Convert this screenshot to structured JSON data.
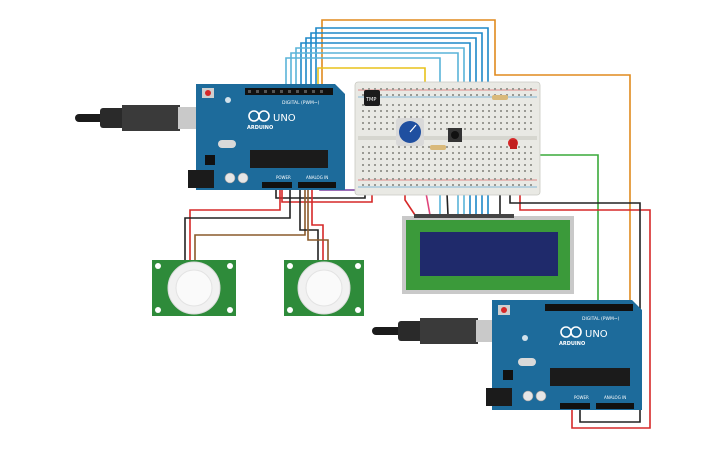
{
  "arduino_top": {
    "brand": "ARDUINO",
    "model": "UNO",
    "digital_label": "DIGITAL (PWM~)",
    "power_label": "POWER",
    "analog_label": "ANALOG IN"
  },
  "arduino_bottom": {
    "brand": "ARDUINO",
    "model": "UNO",
    "digital_label": "DIGITAL (PWM~)",
    "power_label": "POWER",
    "analog_label": "ANALOG IN"
  },
  "breadboard": {
    "chip_label": "TMP"
  },
  "colors": {
    "arduino_board": "#1d6b9b",
    "breadboard": "#e9e9e4",
    "lcd_frame": "#3b9a3a",
    "lcd_screen": "#1f2a6b",
    "pir_board": "#2e8b3a",
    "wire_orange": "#e08a1e",
    "wire_blue": "#1e88c8",
    "wire_lightblue": "#5ab4d8",
    "wire_green": "#3aaa3a",
    "wire_red": "#d62828",
    "wire_black": "#222222",
    "wire_purple": "#7b3fa0",
    "wire_brown": "#8a5a2b",
    "wire_yellow": "#e8c21c",
    "wire_pink": "#e0457b"
  }
}
